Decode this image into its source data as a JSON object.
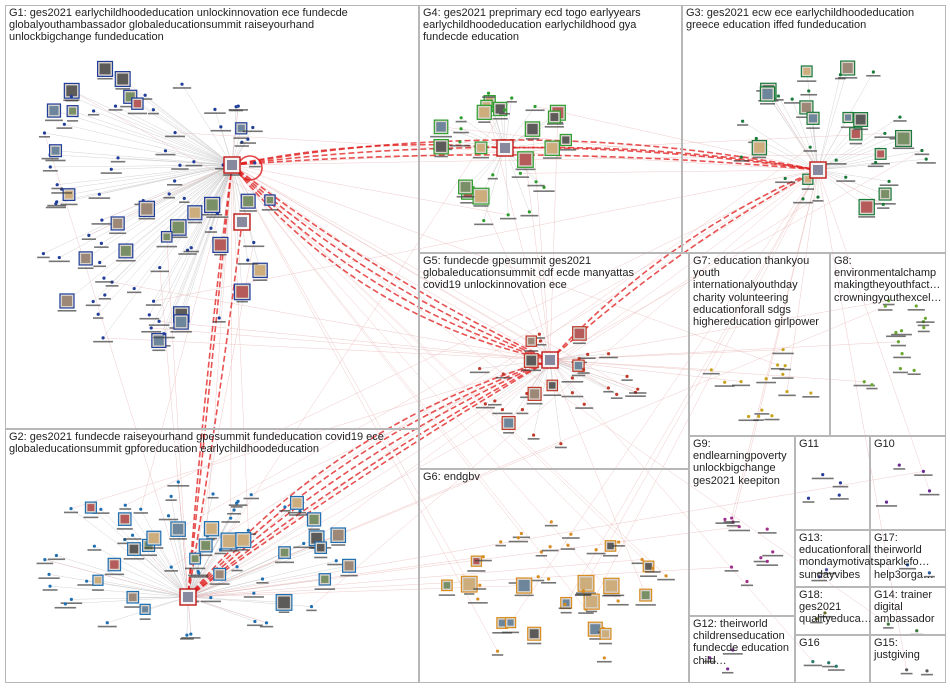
{
  "groups": [
    {
      "id": "G1",
      "label": "G1: ges2021 earlychildhoodeducation unlockinnovation ece fundecde\nglobalyouthambassador globaleducationsummit raiseyourhand\nunlockbigchange fundeducation",
      "color": "#1f3d99"
    },
    {
      "id": "G2",
      "label": "G2: ges2021 fundecde raiseyourhand gpesummit fundeducation covid19 ece\nglobaleducationsummit gpforeducation earlychildhoodeducation",
      "color": "#1f6fb2"
    },
    {
      "id": "G3",
      "label": "G3: ges2021 ecw ece earlychildhoodeducation\ngreece education iffed fundeducation",
      "color": "#1a7a3a"
    },
    {
      "id": "G4",
      "label": "G4: ges2021 preprimary ecd togo earlyyears\nearlychildhoodeducation earlychildhood gya\nfundecde education",
      "color": "#2e9e2e"
    },
    {
      "id": "G5",
      "label": "G5: fundecde gpesummit ges2021\nglobaleducationsummit cdf ecde manyattas\ncovid19 unlockinnovation ece",
      "color": "#c0392b"
    },
    {
      "id": "G6",
      "label": "G6: endgbv",
      "color": "#d98c1f"
    },
    {
      "id": "G7",
      "label": "G7: education thankyou\nyouth\ninternationalyouthday\ncharity volunteering\neducationforall sdgs\nhighereducation girlpower",
      "color": "#c8a41e"
    },
    {
      "id": "G8",
      "label": "G8:\nenvironmentalchamp\nmakingtheyouthfact…\ncrowningyouthexcel…",
      "color": "#6aa832"
    },
    {
      "id": "G9",
      "label": "G9:\nendlearningpoverty\nunlockbigchange\nges2021 keepiton",
      "color": "#a0308a"
    },
    {
      "id": "G10",
      "label": "G10",
      "color": "#6a2c91"
    },
    {
      "id": "G11",
      "label": "G11",
      "color": "#2a3c9e"
    },
    {
      "id": "G12",
      "label": "G12: theirworld\nchildrenseducation\nfundecde education\nchild…",
      "color": "#7a2c91"
    },
    {
      "id": "G13",
      "label": "G13:\neducationforall\nmondaymotivat…\nsundayvibes",
      "color": "#4a4a9e"
    },
    {
      "id": "G14",
      "label": "G14: trainer\ndigital\nambassador",
      "color": "#3a7a3a"
    },
    {
      "id": "G15",
      "label": "G15:\njustgiving",
      "color": "#5a5a5a"
    },
    {
      "id": "G16",
      "label": "G16",
      "color": "#2a7a6a"
    },
    {
      "id": "G17",
      "label": "G17:\ntheirworld\nsparklefo…\nhelp3orga…",
      "color": "#2a5a9e"
    },
    {
      "id": "G18",
      "label": "G18:\nges2021\nqualityeduca…",
      "color": "#6a6a2a"
    }
  ],
  "colors": {
    "edge_light": "#c9c9c9",
    "edge_hub": "#e8b4b4",
    "edge_strong": "#e01818",
    "box_border": "#b7b7b7",
    "label_text": "#222222",
    "node_label": "#3a3a3a"
  }
}
